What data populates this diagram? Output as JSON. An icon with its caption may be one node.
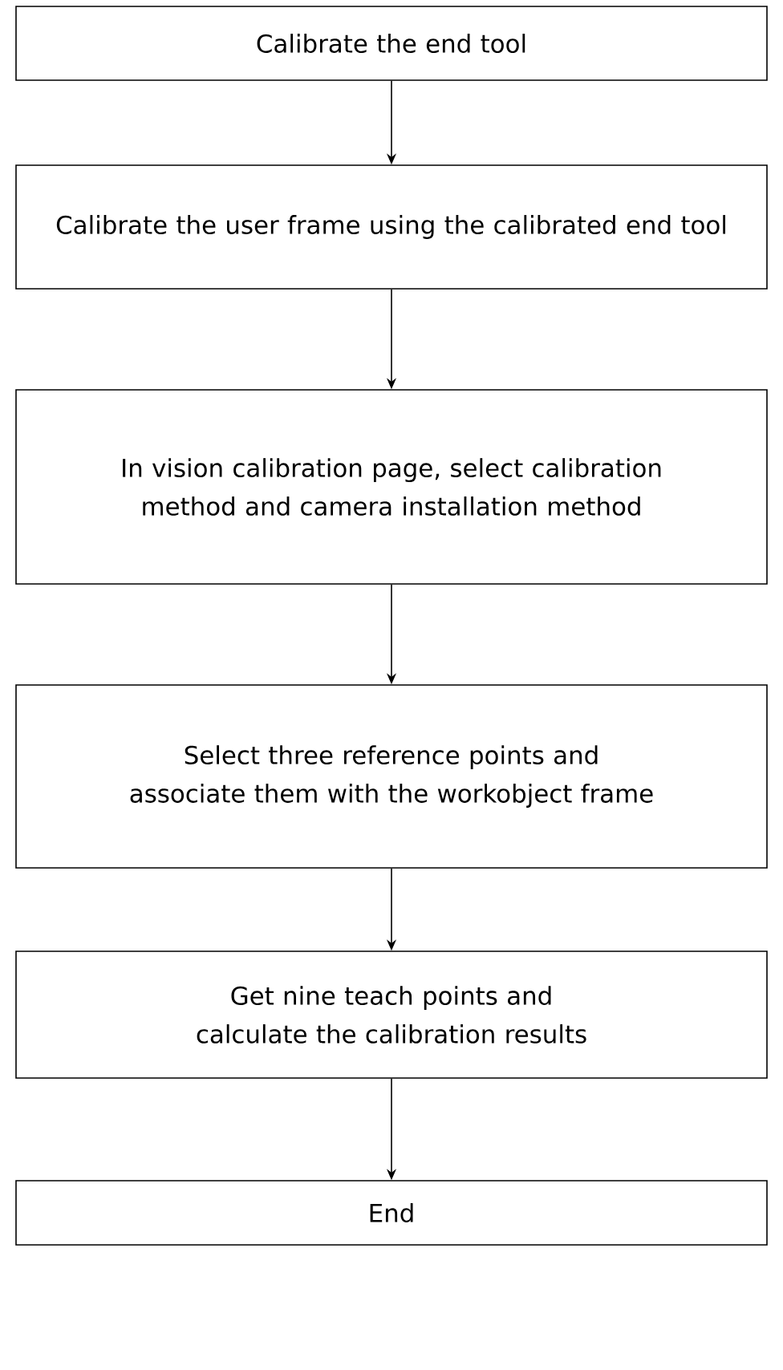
{
  "diagram": {
    "nodes": [
      {
        "text": [
          "Calibrate the end tool"
        ]
      },
      {
        "text": [
          "Calibrate the user frame using the calibrated end tool"
        ]
      },
      {
        "text": [
          "In vision calibration page, select calibration method and camera installation method"
        ]
      },
      {
        "text": [
          "Select three reference points and associate them with the workobject frame"
        ]
      },
      {
        "text": [
          "Get nine teach points and calculate the calibration results"
        ]
      },
      {
        "text": [
          "End"
        ]
      }
    ],
    "edges": [
      {
        "from": 0,
        "to": 1,
        "arrow": "to"
      },
      {
        "from": 1,
        "to": 2,
        "arrow": "to"
      },
      {
        "from": 2,
        "to": 3,
        "arrow": "to"
      },
      {
        "from": 3,
        "to": 4,
        "arrow": "to"
      },
      {
        "from": 4,
        "to": 5,
        "arrow": "to"
      }
    ]
  }
}
